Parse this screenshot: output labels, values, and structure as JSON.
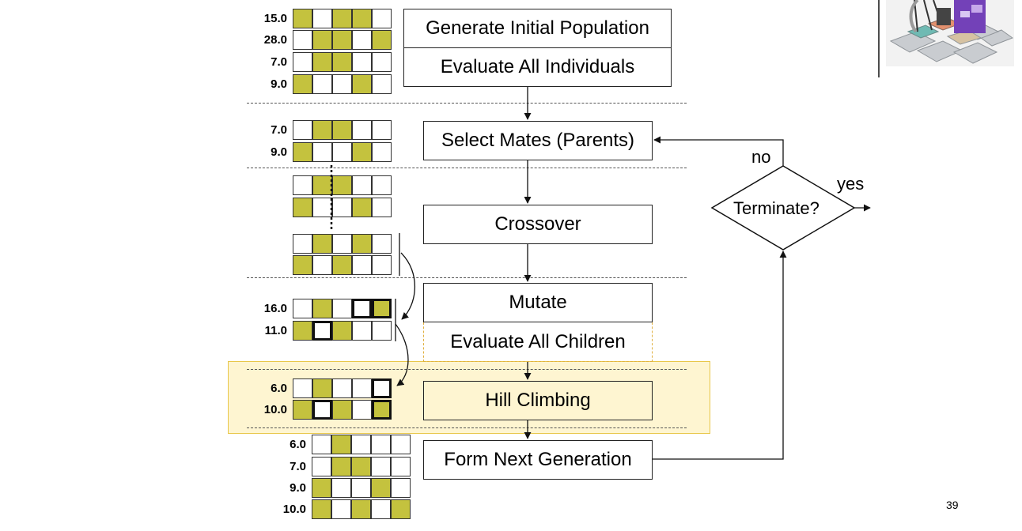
{
  "flow": {
    "generate": "Generate Initial Population",
    "evaluate_all": "Evaluate All Individuals",
    "select_mates": "Select Mates (Parents)",
    "crossover": "Crossover",
    "mutate": "Mutate",
    "evaluate_children": "Evaluate All Children",
    "hill_climbing": "Hill Climbing",
    "form_next": "Form Next Generation",
    "terminate": "Terminate?",
    "no": "no",
    "yes": "yes"
  },
  "labels": {
    "population": [
      "15.0",
      "28.0",
      "7.0",
      "9.0"
    ],
    "parents": [
      "7.0",
      "9.0"
    ],
    "mutated": [
      "16.0",
      "11.0"
    ],
    "climbed": [
      "6.0",
      "10.0"
    ],
    "next_gen": [
      "6.0",
      "7.0",
      "9.0",
      "10.0"
    ]
  },
  "chromosomes": {
    "population": [
      [
        1,
        0,
        1,
        1,
        0
      ],
      [
        0,
        1,
        1,
        0,
        1
      ],
      [
        0,
        1,
        1,
        0,
        0
      ],
      [
        1,
        0,
        0,
        1,
        0
      ]
    ],
    "parents": [
      [
        0,
        1,
        1,
        0,
        0
      ],
      [
        1,
        0,
        0,
        1,
        0
      ]
    ],
    "cross_before": [
      [
        0,
        1,
        1,
        0,
        0
      ],
      [
        1,
        0,
        0,
        1,
        0
      ]
    ],
    "cross_after": [
      [
        0,
        1,
        0,
        1,
        0
      ],
      [
        1,
        0,
        1,
        0,
        0
      ]
    ],
    "mutated": [
      [
        0,
        1,
        0,
        0,
        1
      ],
      [
        1,
        0,
        1,
        0,
        0
      ]
    ],
    "mutated_highlight": [
      [
        3,
        4
      ],
      [
        1
      ]
    ],
    "climbed": [
      [
        0,
        1,
        0,
        0,
        0
      ],
      [
        1,
        0,
        1,
        0,
        1
      ]
    ],
    "climbed_highlight": [
      [
        4
      ],
      [
        1,
        4
      ]
    ],
    "next_gen": [
      [
        0,
        1,
        0,
        0,
        0
      ],
      [
        0,
        1,
        1,
        0,
        0
      ],
      [
        1,
        0,
        0,
        1,
        0
      ],
      [
        1,
        0,
        1,
        0,
        1
      ]
    ]
  },
  "page_number": "39",
  "colors": {
    "gene_on": "#c4c23e",
    "highlight_bg": "#fdefb4",
    "highlight_border": "#e8c74a"
  }
}
